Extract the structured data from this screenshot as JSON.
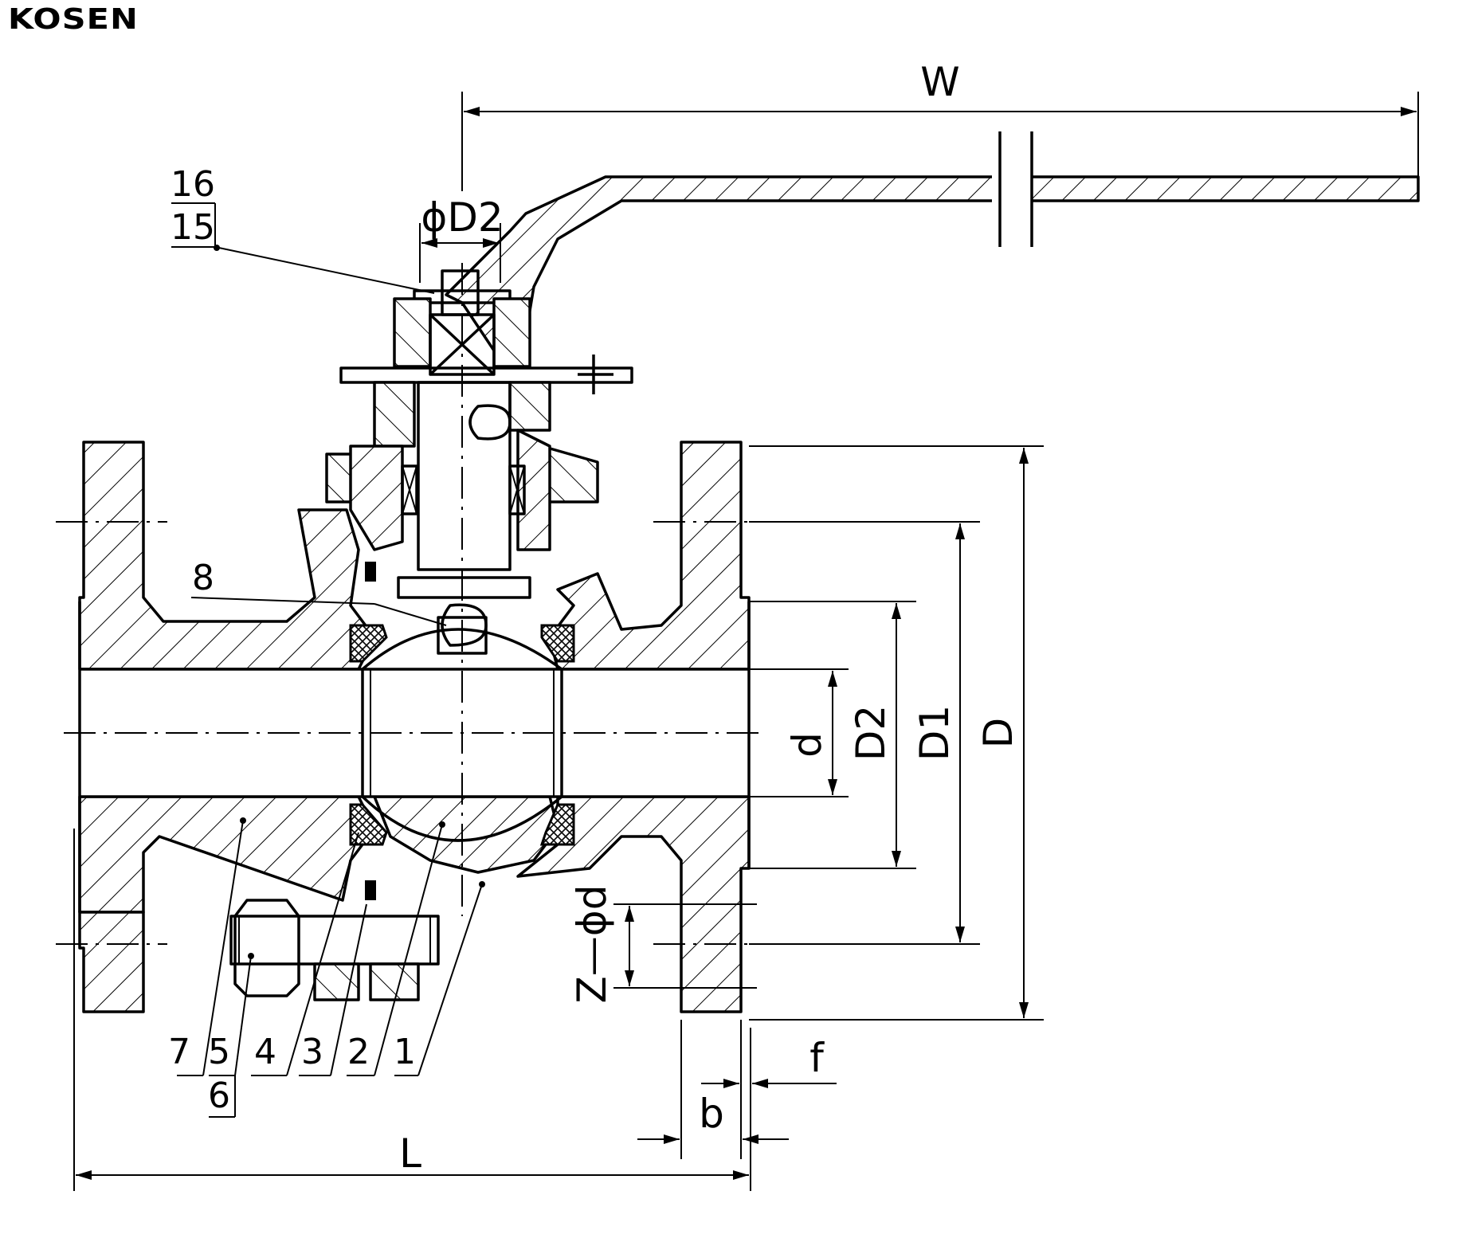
{
  "brand": {
    "name": "KOSEN"
  },
  "dimensions": {
    "W": "W",
    "phiD2": "ϕD2",
    "d": "d",
    "D2": "D2",
    "D1": "D1",
    "D": "D",
    "L": "L",
    "b": "b",
    "f": "f",
    "Zphid": "Z—ϕd"
  },
  "parts": {
    "p16": "16",
    "p15": "15",
    "p8": "8",
    "p7": "7",
    "p5": "5",
    "p6": "6",
    "p4": "4",
    "p3": "3",
    "p2": "2",
    "p1": "1"
  },
  "colors": {
    "ink": "#000000",
    "paper": "#ffffff"
  }
}
